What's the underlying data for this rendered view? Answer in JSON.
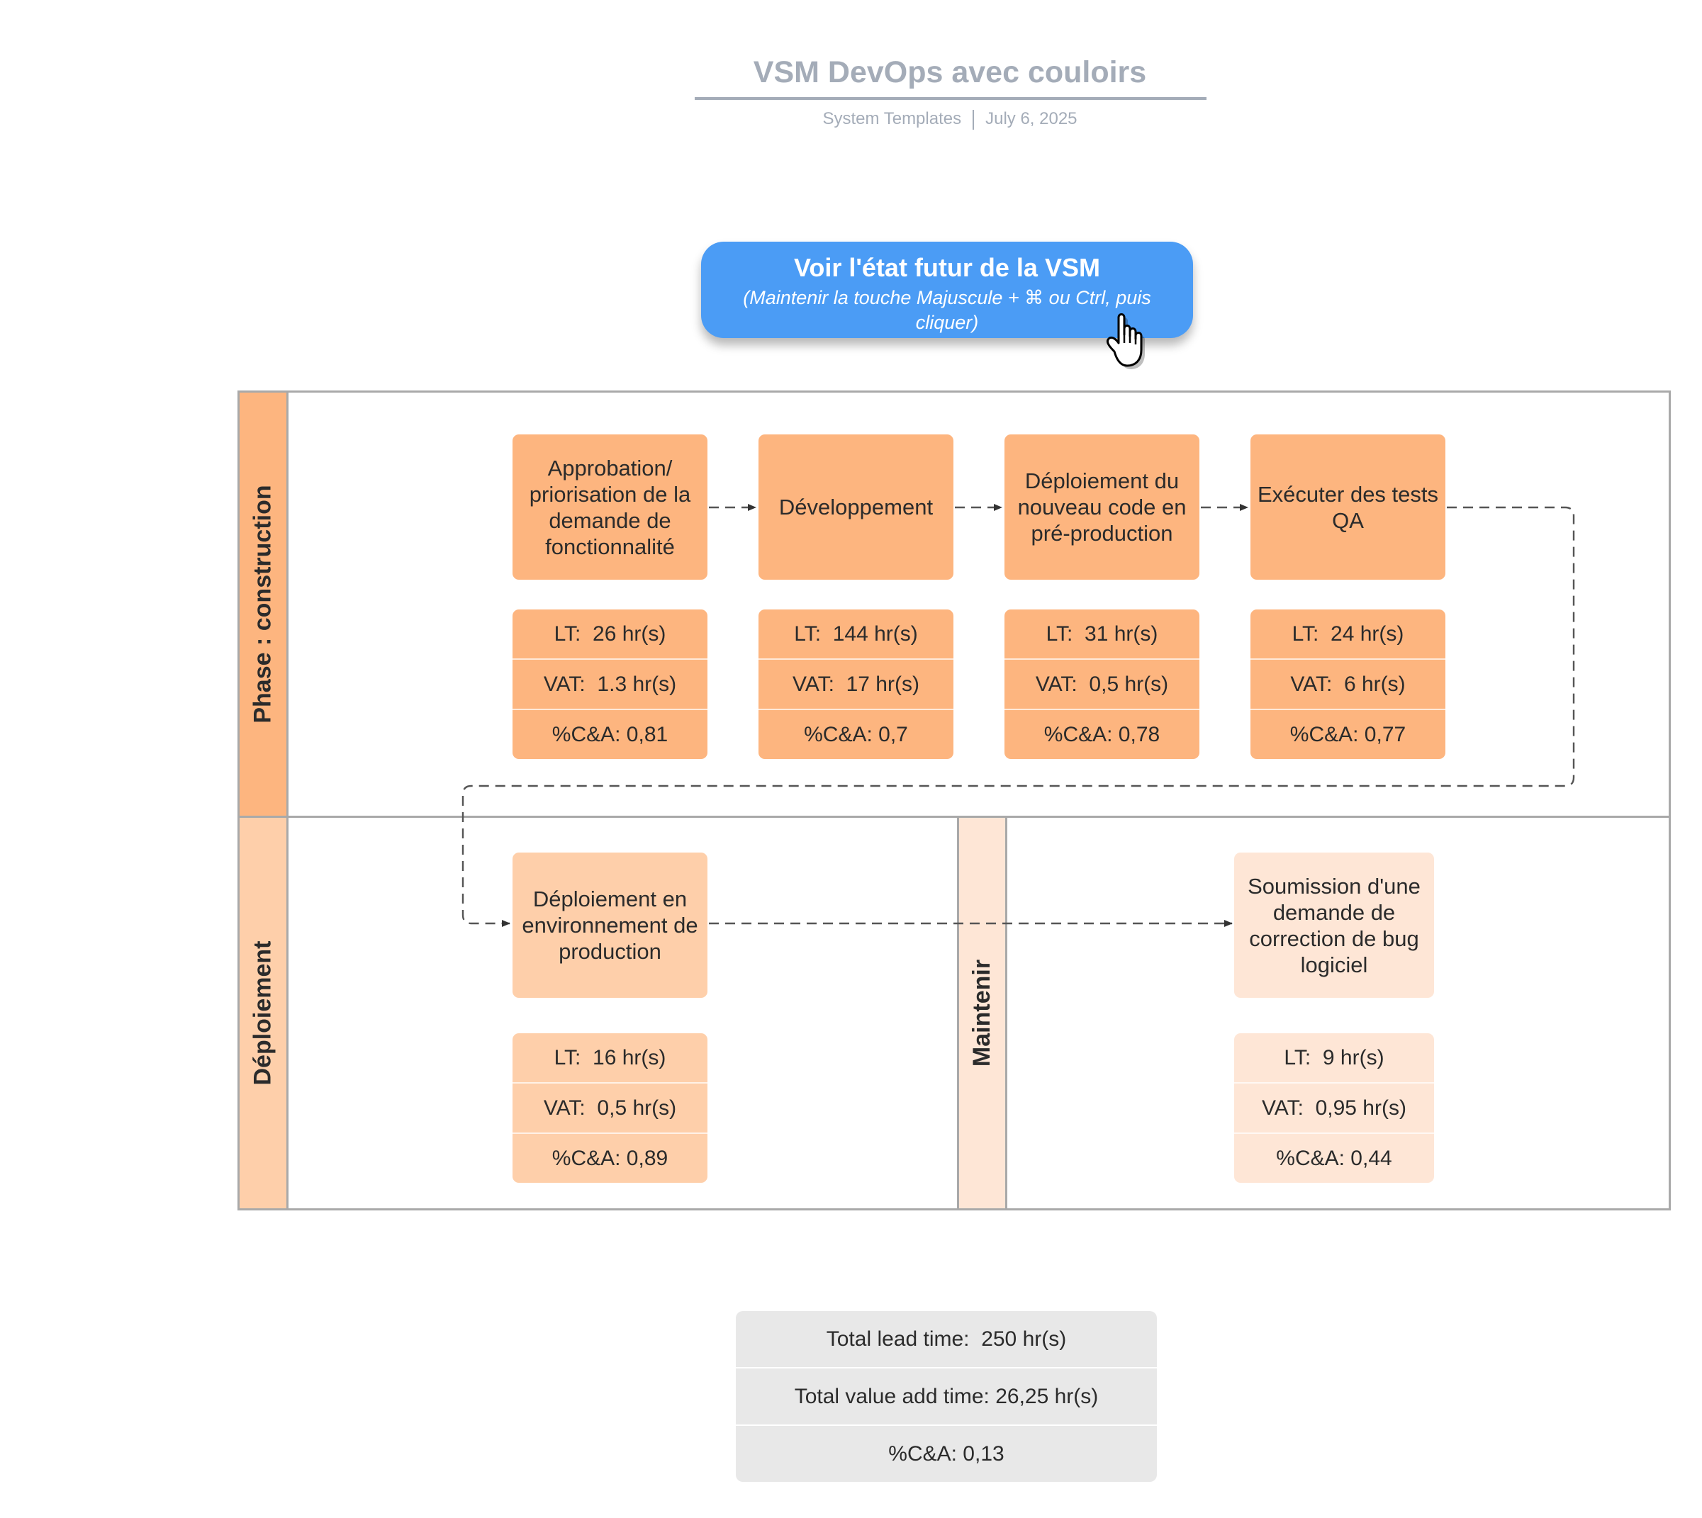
{
  "header": {
    "title": "VSM DevOps avec couloirs",
    "source": "System Templates",
    "date": "July 6, 2025"
  },
  "cta": {
    "title": "Voir l'état futur de la VSM",
    "hint": "(Maintenir la touche Majuscule + ⌘ ou Ctrl, puis cliquer)",
    "icon": "pointer-hand-icon"
  },
  "lanes": {
    "construction": "Phase : construction",
    "deploiement": "Déploiement",
    "maintenir": "Maintenir"
  },
  "steps": [
    {
      "name": "Approbation/ priorisation de la demande de fonctionnalité",
      "lt": "LT:  26 hr(s)",
      "vat": "VAT:  1.3 hr(s)",
      "ca": "%C&A: 0,81"
    },
    {
      "name": "Développement",
      "lt": "LT:  144 hr(s)",
      "vat": "VAT:  17 hr(s)",
      "ca": "%C&A: 0,7"
    },
    {
      "name": "Déploiement du nouveau code en pré-production",
      "lt": "LT:  31 hr(s)",
      "vat": "VAT:  0,5 hr(s)",
      "ca": "%C&A: 0,78"
    },
    {
      "name": "Exécuter des tests QA",
      "lt": "LT:  24 hr(s)",
      "vat": "VAT:  6 hr(s)",
      "ca": "%C&A: 0,77"
    },
    {
      "name": "Déploiement en environnement de production",
      "lt": "LT:  16 hr(s)",
      "vat": "VAT:  0,5 hr(s)",
      "ca": "%C&A: 0,89"
    },
    {
      "name": "Soumission d'une demande de correction de bug logiciel",
      "lt": "LT:  9 hr(s)",
      "vat": "VAT:  0,95 hr(s)",
      "ca": "%C&A: 0,44"
    }
  ],
  "totals": {
    "lead_time": "Total lead time:  250 hr(s)",
    "value_add_time": "Total value add time: 26,25 hr(s)",
    "ca": "%C&A: 0,13"
  },
  "colors": {
    "construction": "#fdb57f",
    "deploiement": "#fecfaa",
    "maintenir": "#fee6d6",
    "button": "#4b9cf5",
    "header": "#a4acb8",
    "totals": "#e8e8e8"
  }
}
